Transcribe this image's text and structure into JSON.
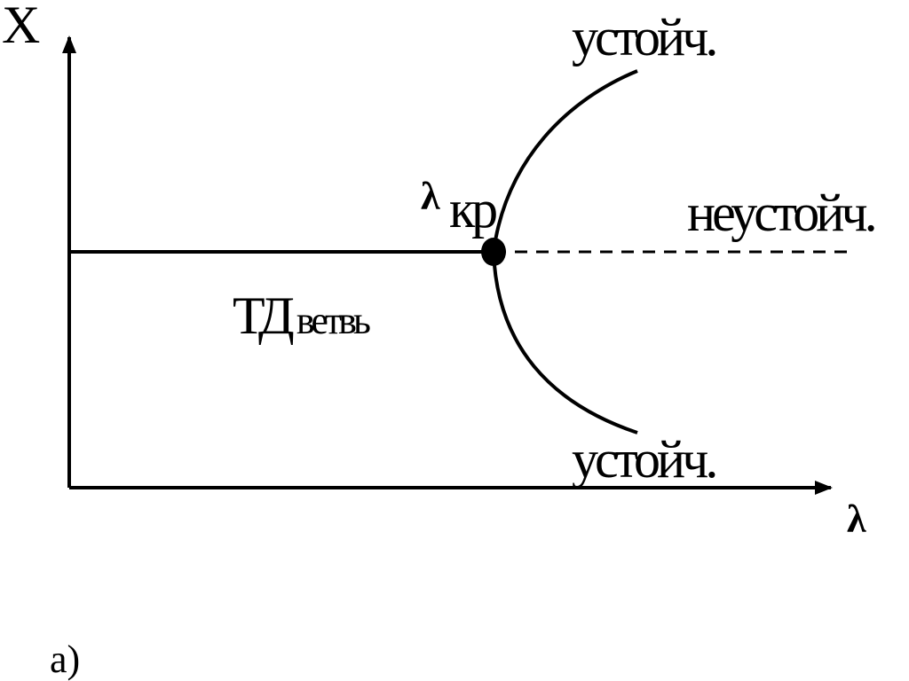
{
  "axes": {
    "y_label": "X",
    "x_label": "λ"
  },
  "labels": {
    "critical_symbol": "λ",
    "critical_sub": "кр",
    "td_branch_main": "ТД",
    "td_branch_rest": "ветвь",
    "stable_upper": "устойч.",
    "stable_lower": "устойч.",
    "unstable": "неустойч.",
    "panel": "а)"
  },
  "colors": {
    "ink": "#000000",
    "background": "#ffffff"
  }
}
